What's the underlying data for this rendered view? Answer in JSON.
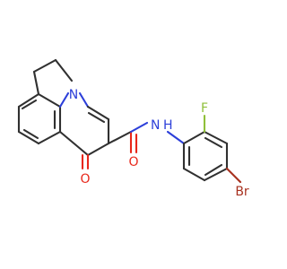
{
  "molecule": {
    "atom_labels": {
      "N_ring": "N",
      "N_amide": "N",
      "H_amide": "H",
      "O_ketone": "O",
      "O_amide": "O",
      "F": "F",
      "Br": "Br"
    },
    "colors": {
      "bond": "#303030",
      "nitrogen": "#2c3fd9",
      "oxygen": "#e8271a",
      "fluorine": "#8fbf3a",
      "bromine": "#a83220",
      "background": "#ffffff"
    }
  }
}
